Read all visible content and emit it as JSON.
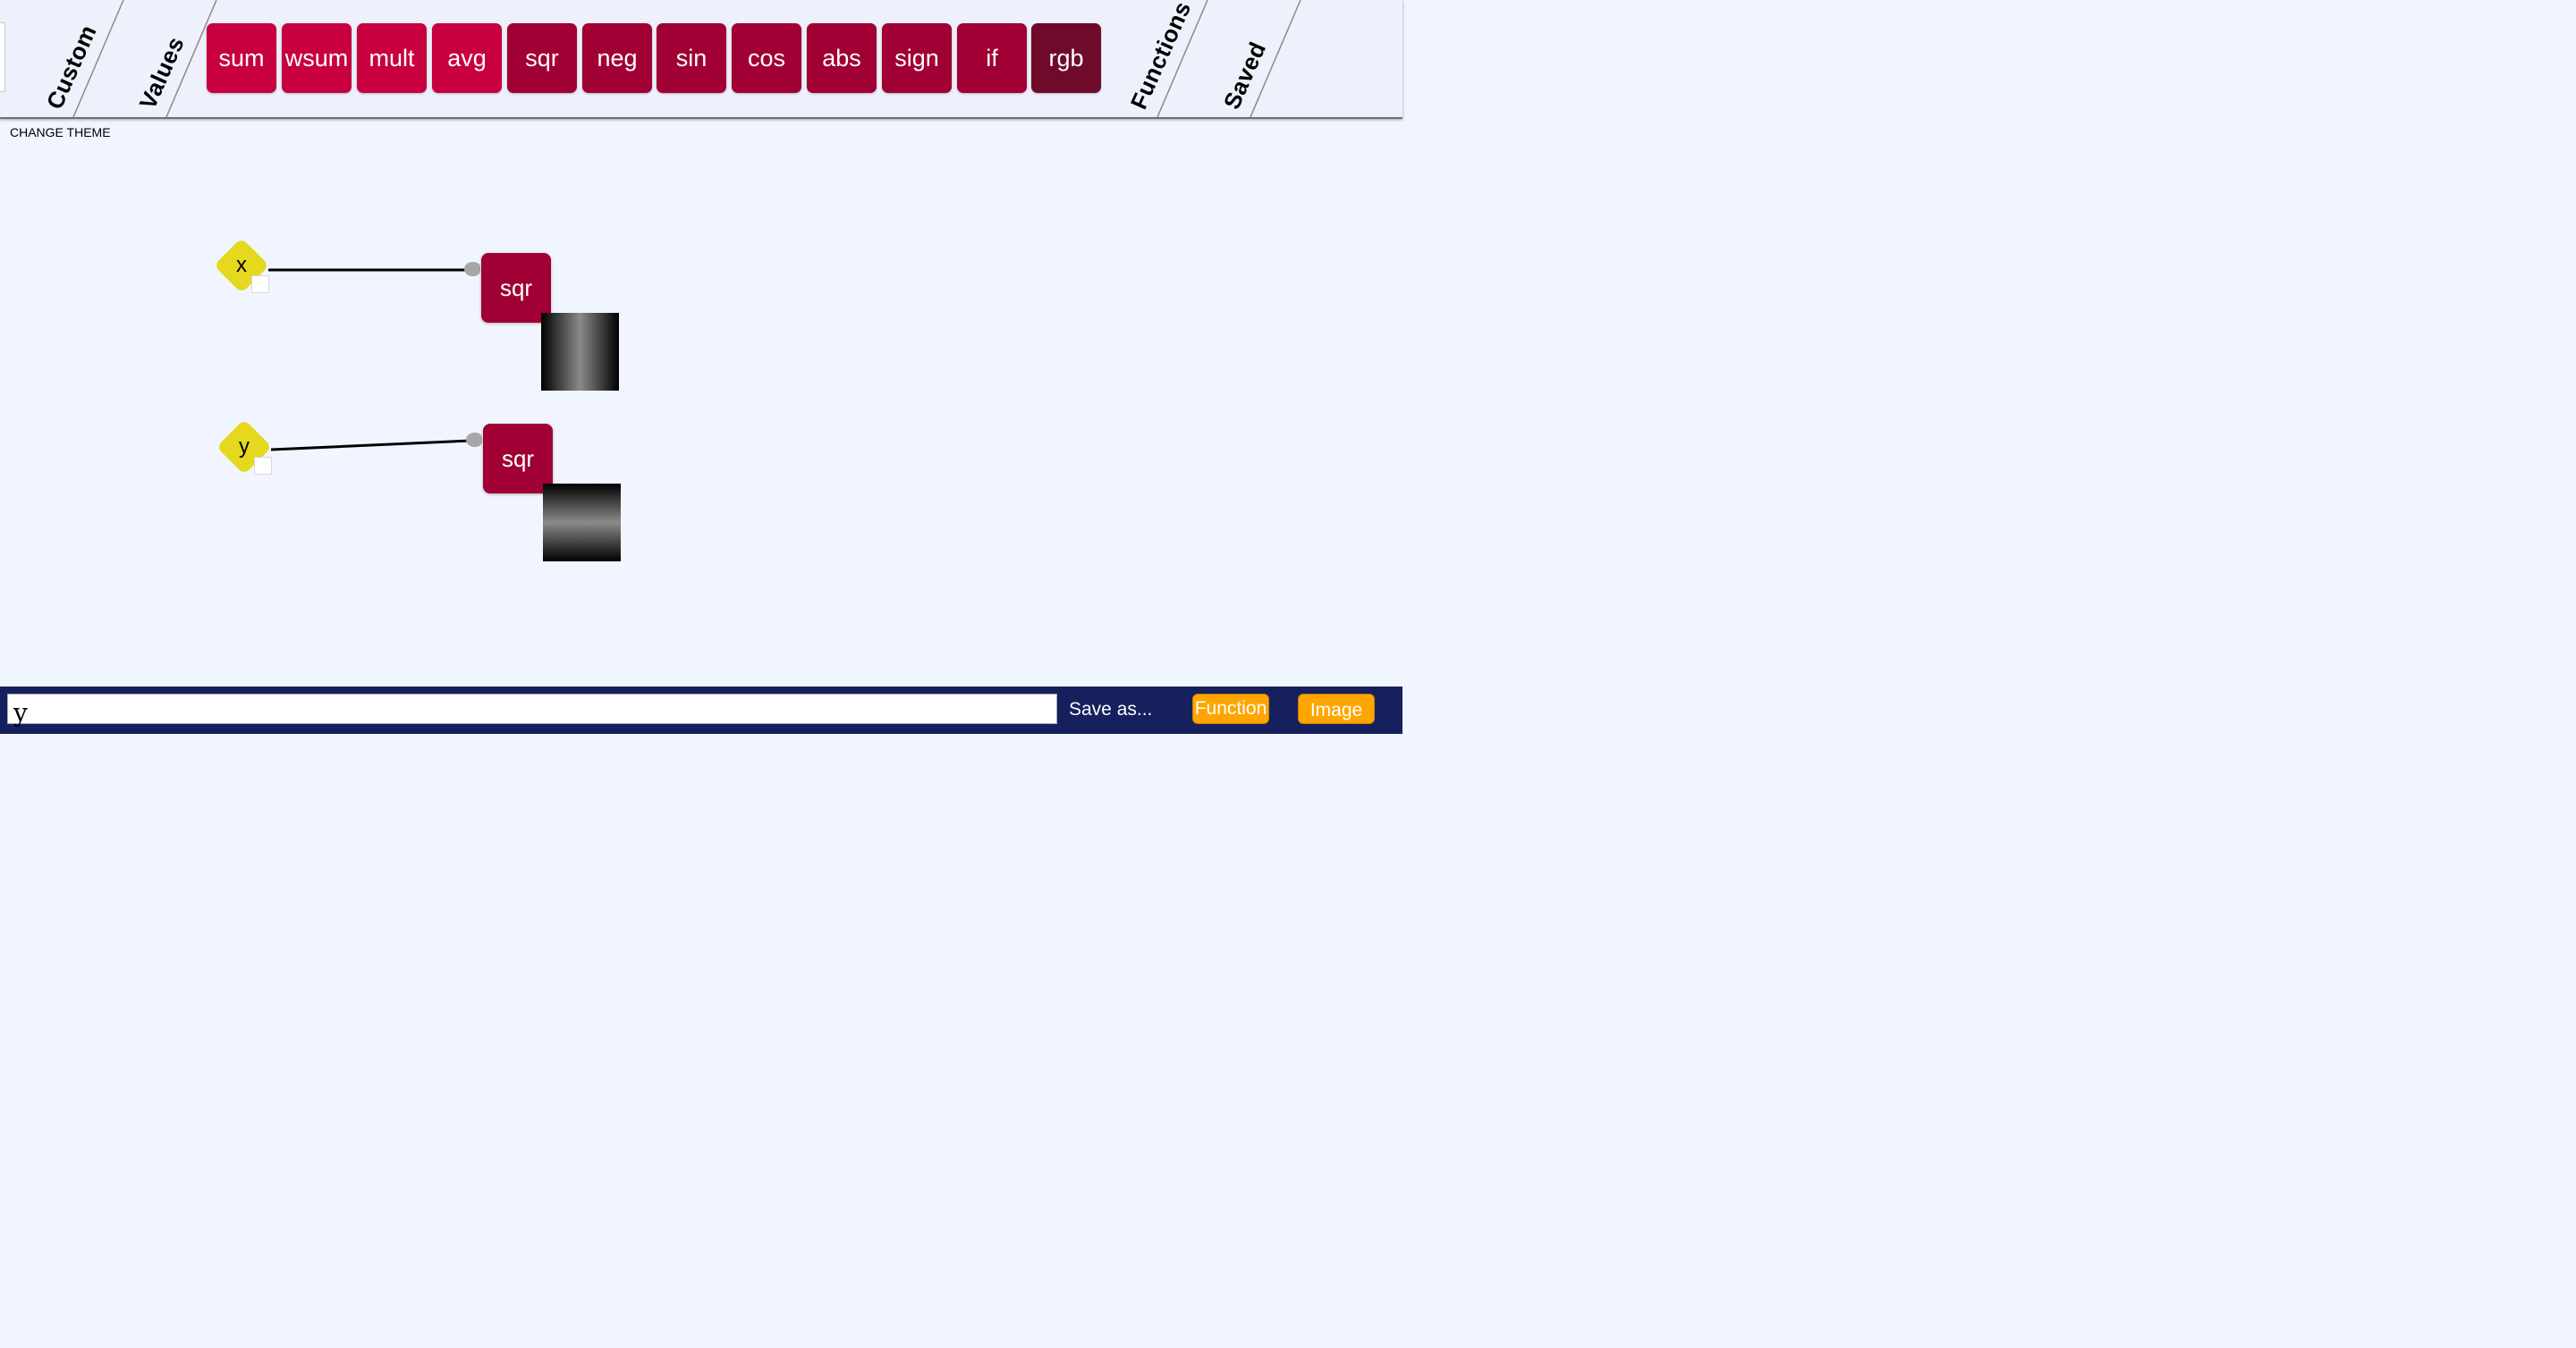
{
  "toolbar": {
    "tabs_left": [
      "Custom",
      "Values"
    ],
    "tabs_right": [
      "Functions",
      "Saved"
    ],
    "functions": [
      {
        "label": "sum",
        "color": "#c8003f"
      },
      {
        "label": "wsum",
        "color": "#c8003f"
      },
      {
        "label": "mult",
        "color": "#c8003f"
      },
      {
        "label": "avg",
        "color": "#c8003f"
      },
      {
        "label": "sqr",
        "color": "#a00033"
      },
      {
        "label": "neg",
        "color": "#a00033"
      },
      {
        "label": "sin",
        "color": "#a00033"
      },
      {
        "label": "cos",
        "color": "#a00033"
      },
      {
        "label": "abs",
        "color": "#a00033"
      },
      {
        "label": "sign",
        "color": "#a00033"
      },
      {
        "label": "if",
        "color": "#a00033"
      },
      {
        "label": "rgb",
        "color": "#700a2b"
      }
    ]
  },
  "change_theme": "CHANGE THEME",
  "workspace": {
    "nodes": [
      {
        "variable": "x",
        "function": "sqr"
      },
      {
        "variable": "y",
        "function": "sqr"
      }
    ]
  },
  "bottom_bar": {
    "input_value": "y",
    "save_as_label": "Save as...",
    "function_button": "Function",
    "image_button": "Image"
  },
  "colors": {
    "toolbar_bg": "#eef1fb",
    "canvas_bg": "#f0f5ff",
    "variable_node": "#e6d81f",
    "function_node": "#a00033",
    "bottom_bar": "#16205e",
    "accent_button": "#ffa500"
  }
}
